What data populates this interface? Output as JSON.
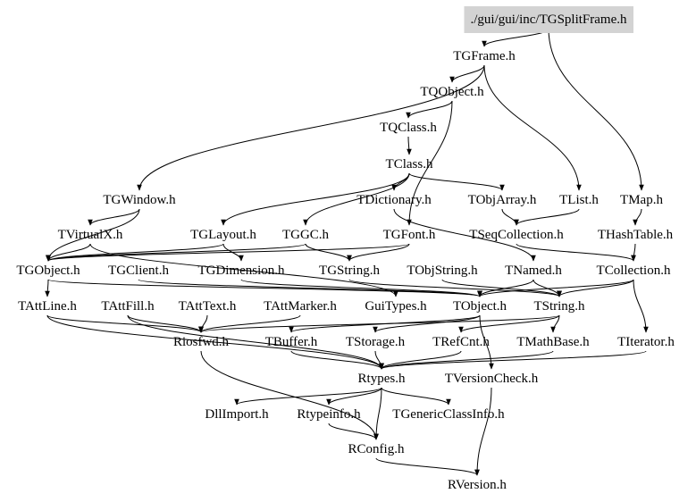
{
  "diagram": {
    "root": "./gui/gui/inc/TGSplitFrame.h",
    "nodes": [
      {
        "id": "tgsplitframe",
        "label": "./gui/gui/inc/TGSplitFrame.h"
      },
      {
        "id": "tgframe",
        "label": "TGFrame.h"
      },
      {
        "id": "tqobject",
        "label": "TQObject.h"
      },
      {
        "id": "tqclass",
        "label": "TQClass.h"
      },
      {
        "id": "tclass",
        "label": "TClass.h"
      },
      {
        "id": "tgwindow",
        "label": "TGWindow.h"
      },
      {
        "id": "tdictionary",
        "label": "TDictionary.h"
      },
      {
        "id": "tobjarray",
        "label": "TObjArray.h"
      },
      {
        "id": "tlist",
        "label": "TList.h"
      },
      {
        "id": "tmap",
        "label": "TMap.h"
      },
      {
        "id": "tvirtualx",
        "label": "TVirtualX.h"
      },
      {
        "id": "tglayout",
        "label": "TGLayout.h"
      },
      {
        "id": "tggc",
        "label": "TGGC.h"
      },
      {
        "id": "tgfont",
        "label": "TGFont.h"
      },
      {
        "id": "tseqcollection",
        "label": "TSeqCollection.h"
      },
      {
        "id": "thashtable",
        "label": "THashTable.h"
      },
      {
        "id": "tgobject",
        "label": "TGObject.h"
      },
      {
        "id": "tgclient",
        "label": "TGClient.h"
      },
      {
        "id": "tgdimension",
        "label": "TGDimension.h"
      },
      {
        "id": "tgstring",
        "label": "TGString.h"
      },
      {
        "id": "tobjstring",
        "label": "TObjString.h"
      },
      {
        "id": "tnamed",
        "label": "TNamed.h"
      },
      {
        "id": "tcollection",
        "label": "TCollection.h"
      },
      {
        "id": "tattline",
        "label": "TAttLine.h"
      },
      {
        "id": "tattfill",
        "label": "TAttFill.h"
      },
      {
        "id": "tatttext",
        "label": "TAttText.h"
      },
      {
        "id": "tattmarker",
        "label": "TAttMarker.h"
      },
      {
        "id": "guitypes",
        "label": "GuiTypes.h"
      },
      {
        "id": "tobject",
        "label": "TObject.h"
      },
      {
        "id": "tstring",
        "label": "TString.h"
      },
      {
        "id": "riosfwd",
        "label": "Riosfwd.h"
      },
      {
        "id": "tbuffer",
        "label": "TBuffer.h"
      },
      {
        "id": "tstorage",
        "label": "TStorage.h"
      },
      {
        "id": "trefcnt",
        "label": "TRefCnt.h"
      },
      {
        "id": "tmathbase",
        "label": "TMathBase.h"
      },
      {
        "id": "titerator",
        "label": "TIterator.h"
      },
      {
        "id": "rtypes",
        "label": "Rtypes.h"
      },
      {
        "id": "tversioncheck",
        "label": "TVersionCheck.h"
      },
      {
        "id": "dllimport",
        "label": "DllImport.h"
      },
      {
        "id": "rtypeinfo",
        "label": "Rtypeinfo.h"
      },
      {
        "id": "tgenericclassinfo",
        "label": "TGenericClassInfo.h"
      },
      {
        "id": "rconfig",
        "label": "RConfig.h"
      },
      {
        "id": "rversion",
        "label": "RVersion.h"
      }
    ],
    "edges": [
      [
        "tgsplitframe",
        "tgframe"
      ],
      [
        "tgsplitframe",
        "tmap"
      ],
      [
        "tgframe",
        "tqobject"
      ],
      [
        "tgframe",
        "tgwindow"
      ],
      [
        "tgframe",
        "tlist"
      ],
      [
        "tqobject",
        "tqclass"
      ],
      [
        "tqobject",
        "tgfont"
      ],
      [
        "tqclass",
        "tclass"
      ],
      [
        "tclass",
        "tdictionary"
      ],
      [
        "tclass",
        "tobjarray"
      ],
      [
        "tclass",
        "tglayout"
      ],
      [
        "tclass",
        "tggc"
      ],
      [
        "tgwindow",
        "tvirtualx"
      ],
      [
        "tgwindow",
        "tgobject"
      ],
      [
        "tdictionary",
        "tnamed"
      ],
      [
        "tobjarray",
        "tseqcollection"
      ],
      [
        "tlist",
        "tseqcollection"
      ],
      [
        "tmap",
        "thashtable"
      ],
      [
        "tvirtualx",
        "tgobject"
      ],
      [
        "tvirtualx",
        "guitypes"
      ],
      [
        "tglayout",
        "tgdimension"
      ],
      [
        "tglayout",
        "tgobject"
      ],
      [
        "tggc",
        "tgobject"
      ],
      [
        "tggc",
        "tgstring"
      ],
      [
        "tgfont",
        "tgobject"
      ],
      [
        "tgfont",
        "tgstring"
      ],
      [
        "tseqcollection",
        "tcollection"
      ],
      [
        "thashtable",
        "tcollection"
      ],
      [
        "tgobject",
        "tattline"
      ],
      [
        "tgobject",
        "tobject"
      ],
      [
        "tgclient",
        "tobject"
      ],
      [
        "tgdimension",
        "tobject"
      ],
      [
        "tgstring",
        "tstring"
      ],
      [
        "tobjstring",
        "tstring"
      ],
      [
        "tnamed",
        "tobject"
      ],
      [
        "tnamed",
        "tstring"
      ],
      [
        "tcollection",
        "tobject"
      ],
      [
        "tcollection",
        "titerator"
      ],
      [
        "tcollection",
        "tstring"
      ],
      [
        "tattline",
        "riosfwd"
      ],
      [
        "tattline",
        "rtypes"
      ],
      [
        "tattfill",
        "riosfwd"
      ],
      [
        "tattfill",
        "rtypes"
      ],
      [
        "tatttext",
        "riosfwd"
      ],
      [
        "tattmarker",
        "riosfwd"
      ],
      [
        "tobject",
        "tbuffer"
      ],
      [
        "tobject",
        "tstorage"
      ],
      [
        "tobject",
        "tversioncheck"
      ],
      [
        "tstring",
        "trefcnt"
      ],
      [
        "tstring",
        "tmathbase"
      ],
      [
        "tstring",
        "riosfwd"
      ],
      [
        "tbuffer",
        "rtypes"
      ],
      [
        "tstorage",
        "rtypes"
      ],
      [
        "trefcnt",
        "rtypes"
      ],
      [
        "tmathbase",
        "rtypes"
      ],
      [
        "titerator",
        "rtypes"
      ],
      [
        "riosfwd",
        "rconfig"
      ],
      [
        "rtypes",
        "dllimport"
      ],
      [
        "rtypes",
        "rtypeinfo"
      ],
      [
        "rtypes",
        "tgenericclassinfo"
      ],
      [
        "rtypes",
        "rconfig"
      ],
      [
        "tversioncheck",
        "rversion"
      ],
      [
        "rtypeinfo",
        "rconfig"
      ],
      [
        "rconfig",
        "rversion"
      ]
    ]
  }
}
